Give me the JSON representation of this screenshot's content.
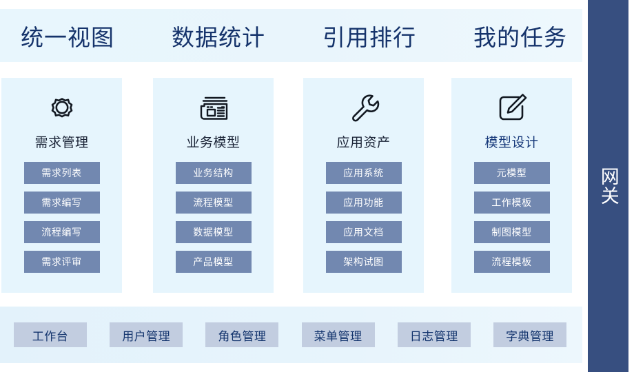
{
  "header": {
    "nav": [
      {
        "label": "统一视图",
        "name": "nav-unified-view"
      },
      {
        "label": "数据统计",
        "name": "nav-data-statistics"
      },
      {
        "label": "引用排行",
        "name": "nav-citation-ranking"
      },
      {
        "label": "我的任务",
        "name": "nav-my-tasks"
      }
    ]
  },
  "cards": [
    {
      "title": "需求管理",
      "icon": "gear-icon",
      "buttons": [
        {
          "label": "需求列表"
        },
        {
          "label": "需求编写"
        },
        {
          "label": "流程编写"
        },
        {
          "label": "需求评审"
        }
      ]
    },
    {
      "title": "业务模型",
      "icon": "newspaper-icon",
      "buttons": [
        {
          "label": "业务结构"
        },
        {
          "label": "流程模型"
        },
        {
          "label": "数据模型"
        },
        {
          "label": "产品模型"
        }
      ]
    },
    {
      "title": "应用资产",
      "icon": "wrench-icon",
      "buttons": [
        {
          "label": "应用系统"
        },
        {
          "label": "应用功能"
        },
        {
          "label": "应用文档"
        },
        {
          "label": "架构试图"
        }
      ]
    },
    {
      "title": "模型设计",
      "icon": "pencil-square-icon",
      "buttons": [
        {
          "label": "元模型"
        },
        {
          "label": "工作模板"
        },
        {
          "label": "制图模型"
        },
        {
          "label": "流程模板"
        }
      ]
    }
  ],
  "bottom_bar": {
    "buttons": [
      {
        "label": "工作台",
        "name": "bottom-btn-workbench"
      },
      {
        "label": "用户管理",
        "name": "bottom-btn-user-management"
      },
      {
        "label": "角色管理",
        "name": "bottom-btn-role-management"
      },
      {
        "label": "菜单管理",
        "name": "bottom-btn-menu-management"
      },
      {
        "label": "日志管理",
        "name": "bottom-btn-log-management"
      },
      {
        "label": "字典管理",
        "name": "bottom-btn-dictionary-management"
      }
    ]
  },
  "gateway": {
    "label": "网关"
  },
  "colors": {
    "rail_bg": "#374f80",
    "header_bg": "#e8f6fd",
    "card_bg": "#e6f5fd",
    "card_button_bg": "#7288b0",
    "card_button_text": "#ffffff",
    "bottom_button_bg": "#c2cde0",
    "bottom_button_text": "#14356e",
    "nav_text": "#15336b"
  }
}
